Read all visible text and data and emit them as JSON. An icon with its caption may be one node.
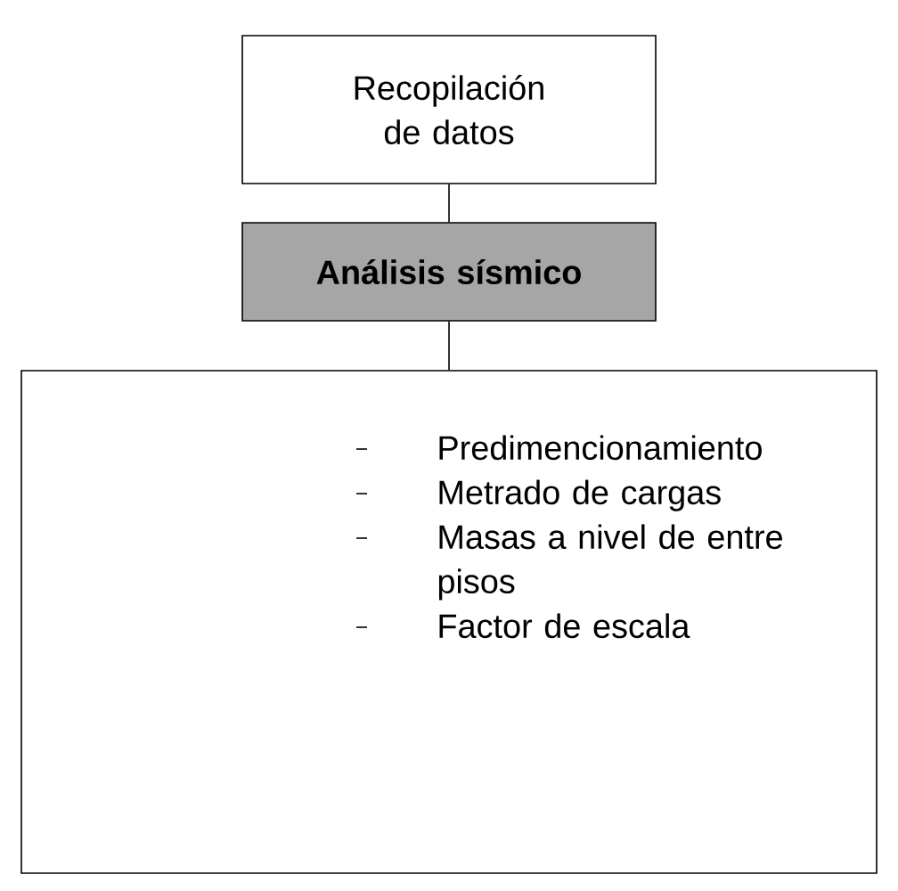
{
  "diagram": {
    "nodes": [
      {
        "text": [
          "Recopilación de datos"
        ]
      },
      {
        "text": [
          "**Análisis sísmico**"
        ]
      },
      {
        "text": [
          "Predimencionamiento",
          "Metrado de cargas",
          "Masas a nivel de entre pisos",
          "Factor de escala"
        ]
      }
    ],
    "edges": [
      {
        "from": 0,
        "to": 1,
        "arrow": "none"
      },
      {
        "from": 1,
        "to": 2,
        "arrow": "none"
      }
    ]
  }
}
